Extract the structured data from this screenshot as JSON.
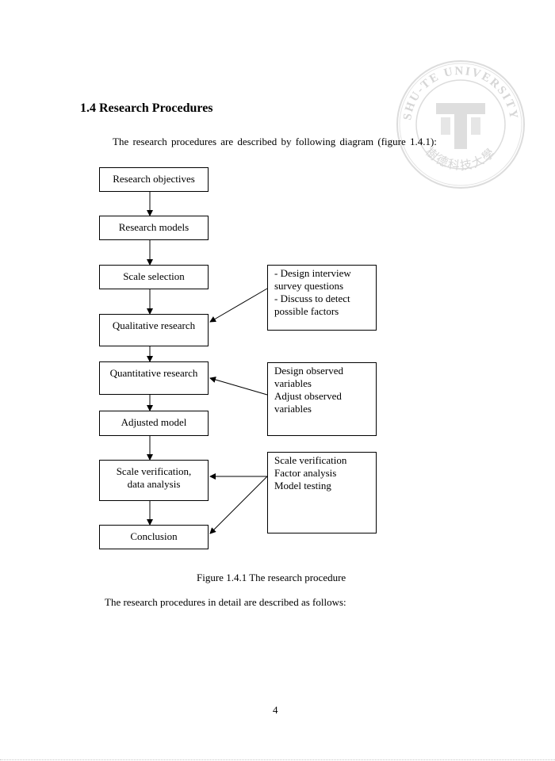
{
  "heading": "1.4 Research Procedures",
  "intro": "The research procedures are described by following  diagram (figure 1.4.1):",
  "flow": {
    "objectives": "Research objectives",
    "models": "Research models",
    "scale": "Scale selection",
    "qualitative": "Qualitative  research",
    "quantitative": "Quantitative  research",
    "adjusted": "Adjusted model",
    "verification": "Scale verification,\ndata analysis",
    "conclusion": "Conclusion"
  },
  "notes": {
    "qualitative": "- Design interview\nsurvey questions\n- Discuss  to detect\npossible factors",
    "quantitative": "Design observed\nvariables\nAdjust observed\nvariables",
    "verification": "Scale verification\nFactor analysis\nModel testing"
  },
  "caption": "Figure  1.4.1 The research procedure",
  "detail": "The research procedures in detail  are described  as follows:",
  "page_number": "4",
  "watermark": {
    "text_top": "SHU-TE UNIVERSITY",
    "text_bottom": "樹德科技大學",
    "color": "#d9d9d9"
  }
}
